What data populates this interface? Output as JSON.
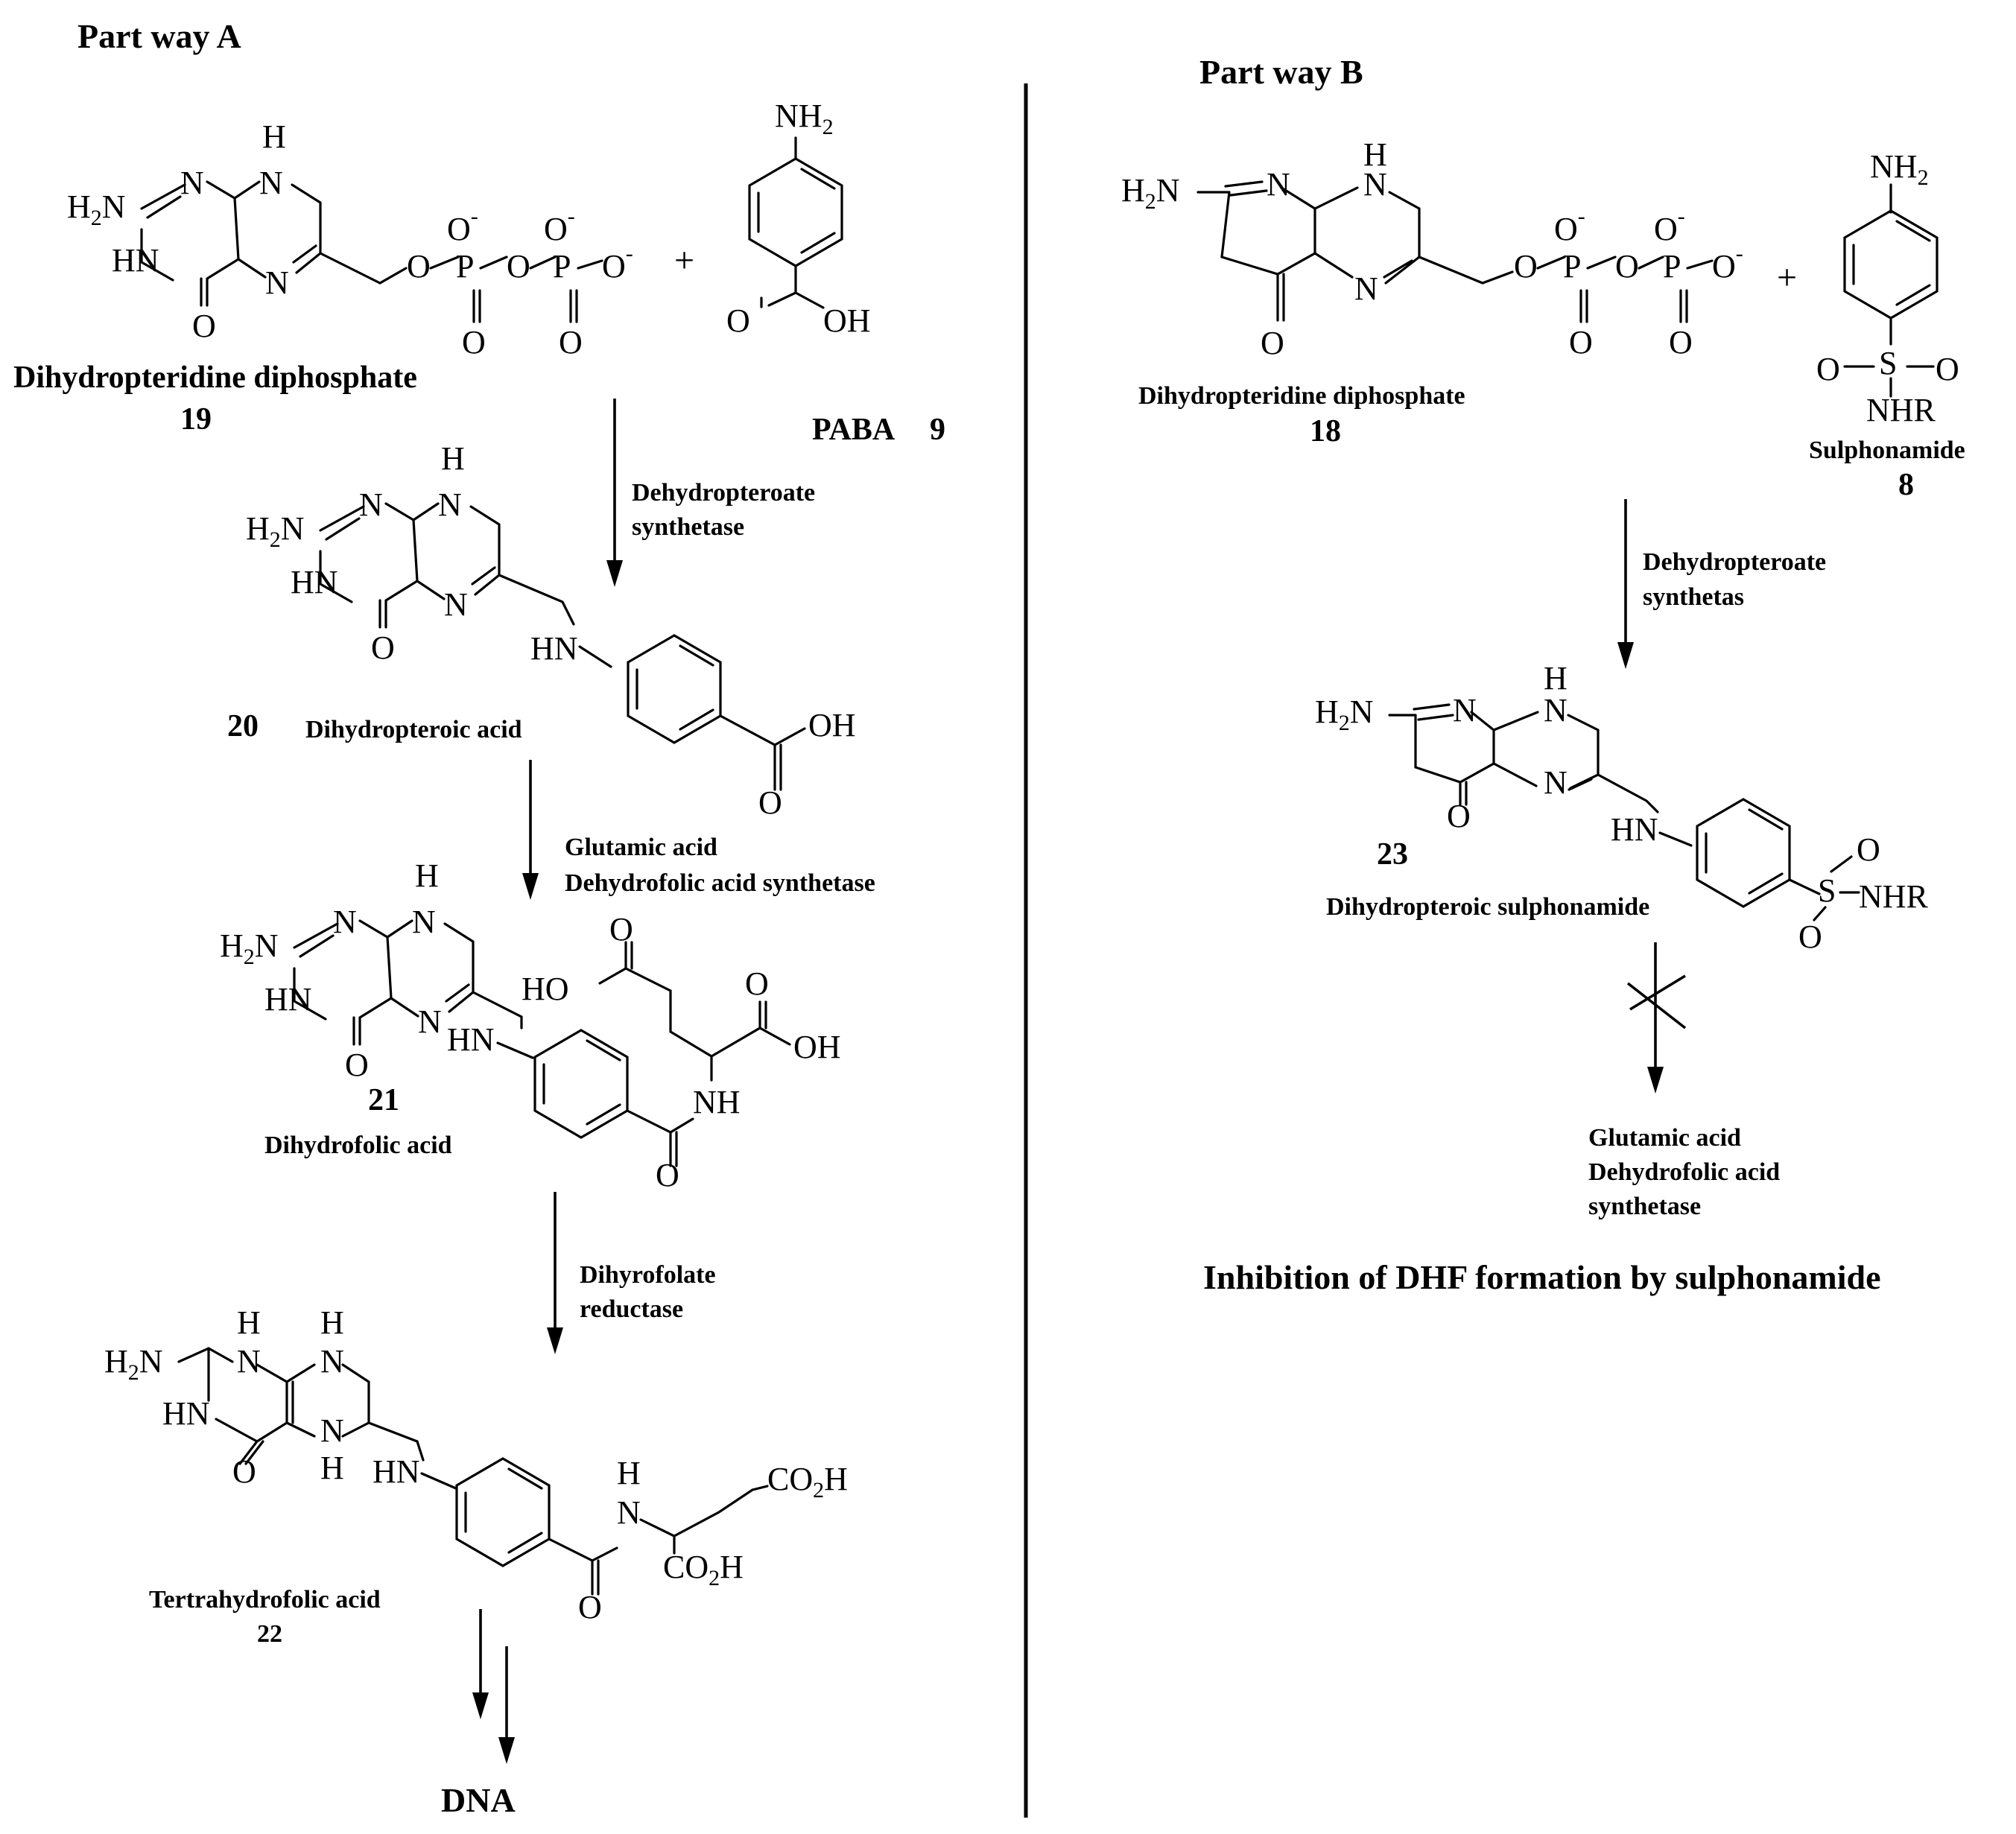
{
  "sections": {
    "a_title": "Part way A",
    "b_title": "Part way B"
  },
  "compounds": {
    "c19_name": "Dihydropteridine diphosphate",
    "c19_num": "19",
    "paba_name": "PABA",
    "paba_num": "9",
    "c20_num": "20",
    "c20_name": "Dihydropteroic acid",
    "c21_num": "21",
    "c21_name": "Dihydrofolic acid",
    "c22_name": "Tertrahydrofolic acid",
    "c22_num": "22",
    "dna": "DNA",
    "c18_name": "Dihydropteridine diphosphate",
    "c18_num": "18",
    "c8_name": "Sulphonamide",
    "c8_num": "8",
    "c23_num": "23",
    "c23_name": "Dihydropteroic sulphonamide"
  },
  "enzymes": {
    "e1_line1": "Dehydropteroate",
    "e1_line2": "synthetase",
    "e2_line1": "Glutamic acid",
    "e2_line2": "Dehydrofolic acid synthetase",
    "e3_line1": "Dihyrofolate",
    "e3_line2": "reductase",
    "e4_line1": "Dehydropteroate",
    "e4_line2": "synthetas",
    "e5_line1": "Glutamic acid",
    "e5_line2": "Dehydrofolic acid",
    "e5_line3": "synthetase"
  },
  "conclusion": "Inhibition of DHF formation by sulphonamide",
  "plus_sign": "+"
}
